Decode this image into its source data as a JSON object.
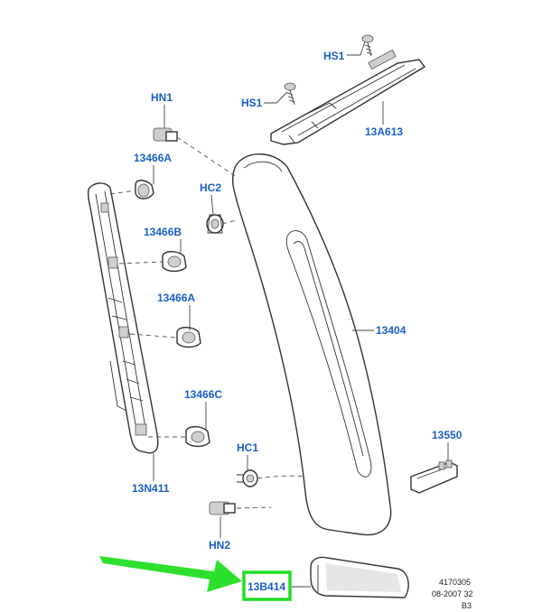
{
  "labels": {
    "hs1_top": "HS1",
    "hs1_mid": "HS1",
    "p13a613": "13A613",
    "hn1": "HN1",
    "p13466a_top": "13466A",
    "hc2": "HC2",
    "p13466b": "13466B",
    "p13466a_mid": "13466A",
    "p13404": "13404",
    "p13466c": "13466C",
    "p13550": "13550",
    "hc1": "HC1",
    "p13n411": "13N411",
    "hn2": "HN2",
    "p13b414": "13B414"
  },
  "reference": {
    "line1": "4170305",
    "line2": "08-2007 32",
    "line3": "B3"
  },
  "colors": {
    "label": "#1a5fc8",
    "highlight": "#22dd22",
    "arrow": "#2ee02e"
  }
}
